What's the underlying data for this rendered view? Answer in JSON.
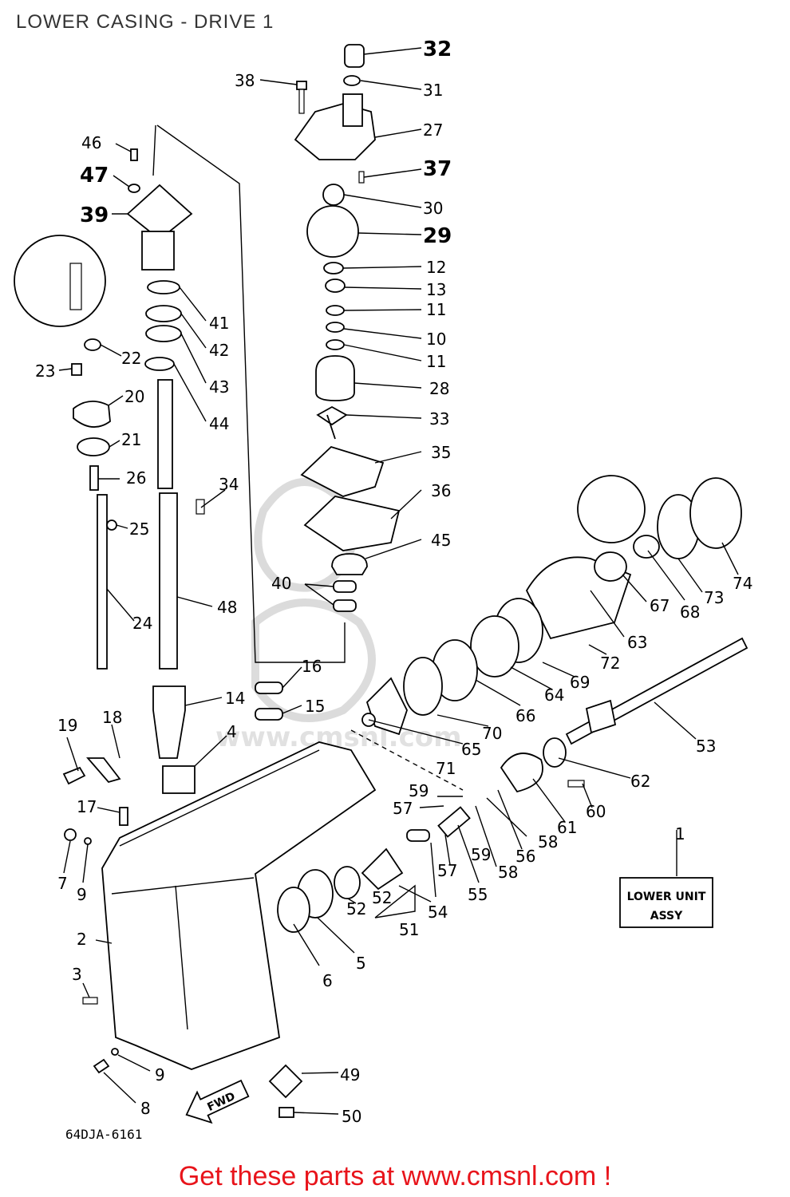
{
  "header": {
    "title": "LOWER CASING - DRIVE 1"
  },
  "diagram": {
    "labels": [
      {
        "id": "32",
        "text": "32"
      },
      {
        "id": "31",
        "text": "31"
      },
      {
        "id": "38",
        "text": "38"
      },
      {
        "id": "27",
        "text": "27"
      },
      {
        "id": "37",
        "text": "37"
      },
      {
        "id": "30",
        "text": "30"
      },
      {
        "id": "29",
        "text": "29"
      },
      {
        "id": "12",
        "text": "12"
      },
      {
        "id": "13",
        "text": "13"
      },
      {
        "id": "11a",
        "text": "11"
      },
      {
        "id": "10",
        "text": "10"
      },
      {
        "id": "11b",
        "text": "11"
      },
      {
        "id": "28",
        "text": "28"
      },
      {
        "id": "33",
        "text": "33"
      },
      {
        "id": "35",
        "text": "35"
      },
      {
        "id": "36",
        "text": "36"
      },
      {
        "id": "45",
        "text": "45"
      },
      {
        "id": "40",
        "text": "40"
      },
      {
        "id": "46",
        "text": "46"
      },
      {
        "id": "47",
        "text": "47"
      },
      {
        "id": "39",
        "text": "39"
      },
      {
        "id": "41",
        "text": "41"
      },
      {
        "id": "42",
        "text": "42"
      },
      {
        "id": "43",
        "text": "43"
      },
      {
        "id": "44",
        "text": "44"
      },
      {
        "id": "22",
        "text": "22"
      },
      {
        "id": "23",
        "text": "23"
      },
      {
        "id": "20",
        "text": "20"
      },
      {
        "id": "21",
        "text": "21"
      },
      {
        "id": "26",
        "text": "26"
      },
      {
        "id": "34",
        "text": "34"
      },
      {
        "id": "25",
        "text": "25"
      },
      {
        "id": "24",
        "text": "24"
      },
      {
        "id": "48",
        "text": "48"
      },
      {
        "id": "16",
        "text": "16"
      },
      {
        "id": "15",
        "text": "15"
      },
      {
        "id": "14",
        "text": "14"
      },
      {
        "id": "4",
        "text": "4"
      },
      {
        "id": "19",
        "text": "19"
      },
      {
        "id": "18",
        "text": "18"
      },
      {
        "id": "17",
        "text": "17"
      },
      {
        "id": "7",
        "text": "7"
      },
      {
        "id": "9a",
        "text": "9"
      },
      {
        "id": "2",
        "text": "2"
      },
      {
        "id": "3",
        "text": "3"
      },
      {
        "id": "9b",
        "text": "9"
      },
      {
        "id": "8",
        "text": "8"
      },
      {
        "id": "49",
        "text": "49"
      },
      {
        "id": "50",
        "text": "50"
      },
      {
        "id": "6",
        "text": "6"
      },
      {
        "id": "5",
        "text": "5"
      },
      {
        "id": "52a",
        "text": "52"
      },
      {
        "id": "52b",
        "text": "52"
      },
      {
        "id": "51",
        "text": "51"
      },
      {
        "id": "54",
        "text": "54"
      },
      {
        "id": "57a",
        "text": "57"
      },
      {
        "id": "59a",
        "text": "59"
      },
      {
        "id": "57b",
        "text": "57"
      },
      {
        "id": "59b",
        "text": "59"
      },
      {
        "id": "55",
        "text": "55"
      },
      {
        "id": "58a",
        "text": "58"
      },
      {
        "id": "56",
        "text": "56"
      },
      {
        "id": "58b",
        "text": "58"
      },
      {
        "id": "61",
        "text": "61"
      },
      {
        "id": "60",
        "text": "60"
      },
      {
        "id": "62",
        "text": "62"
      },
      {
        "id": "53",
        "text": "53"
      },
      {
        "id": "65",
        "text": "65"
      },
      {
        "id": "71",
        "text": "71"
      },
      {
        "id": "70",
        "text": "70"
      },
      {
        "id": "66",
        "text": "66"
      },
      {
        "id": "64",
        "text": "64"
      },
      {
        "id": "69",
        "text": "69"
      },
      {
        "id": "72",
        "text": "72"
      },
      {
        "id": "63",
        "text": "63"
      },
      {
        "id": "67",
        "text": "67"
      },
      {
        "id": "68",
        "text": "68"
      },
      {
        "id": "73",
        "text": "73"
      },
      {
        "id": "74",
        "text": "74"
      },
      {
        "id": "1",
        "text": "1"
      }
    ],
    "lower_unit_box": {
      "line1": "LOWER UNIT",
      "line2": "ASSY"
    },
    "fwd_arrow": "FWD",
    "drawing_code": "64DJA-6161",
    "watermark": "www.cmsnl.com"
  },
  "footer": {
    "cta": "Get these parts at www.cmsnl.com !",
    "cta_color": "#e8141b"
  }
}
